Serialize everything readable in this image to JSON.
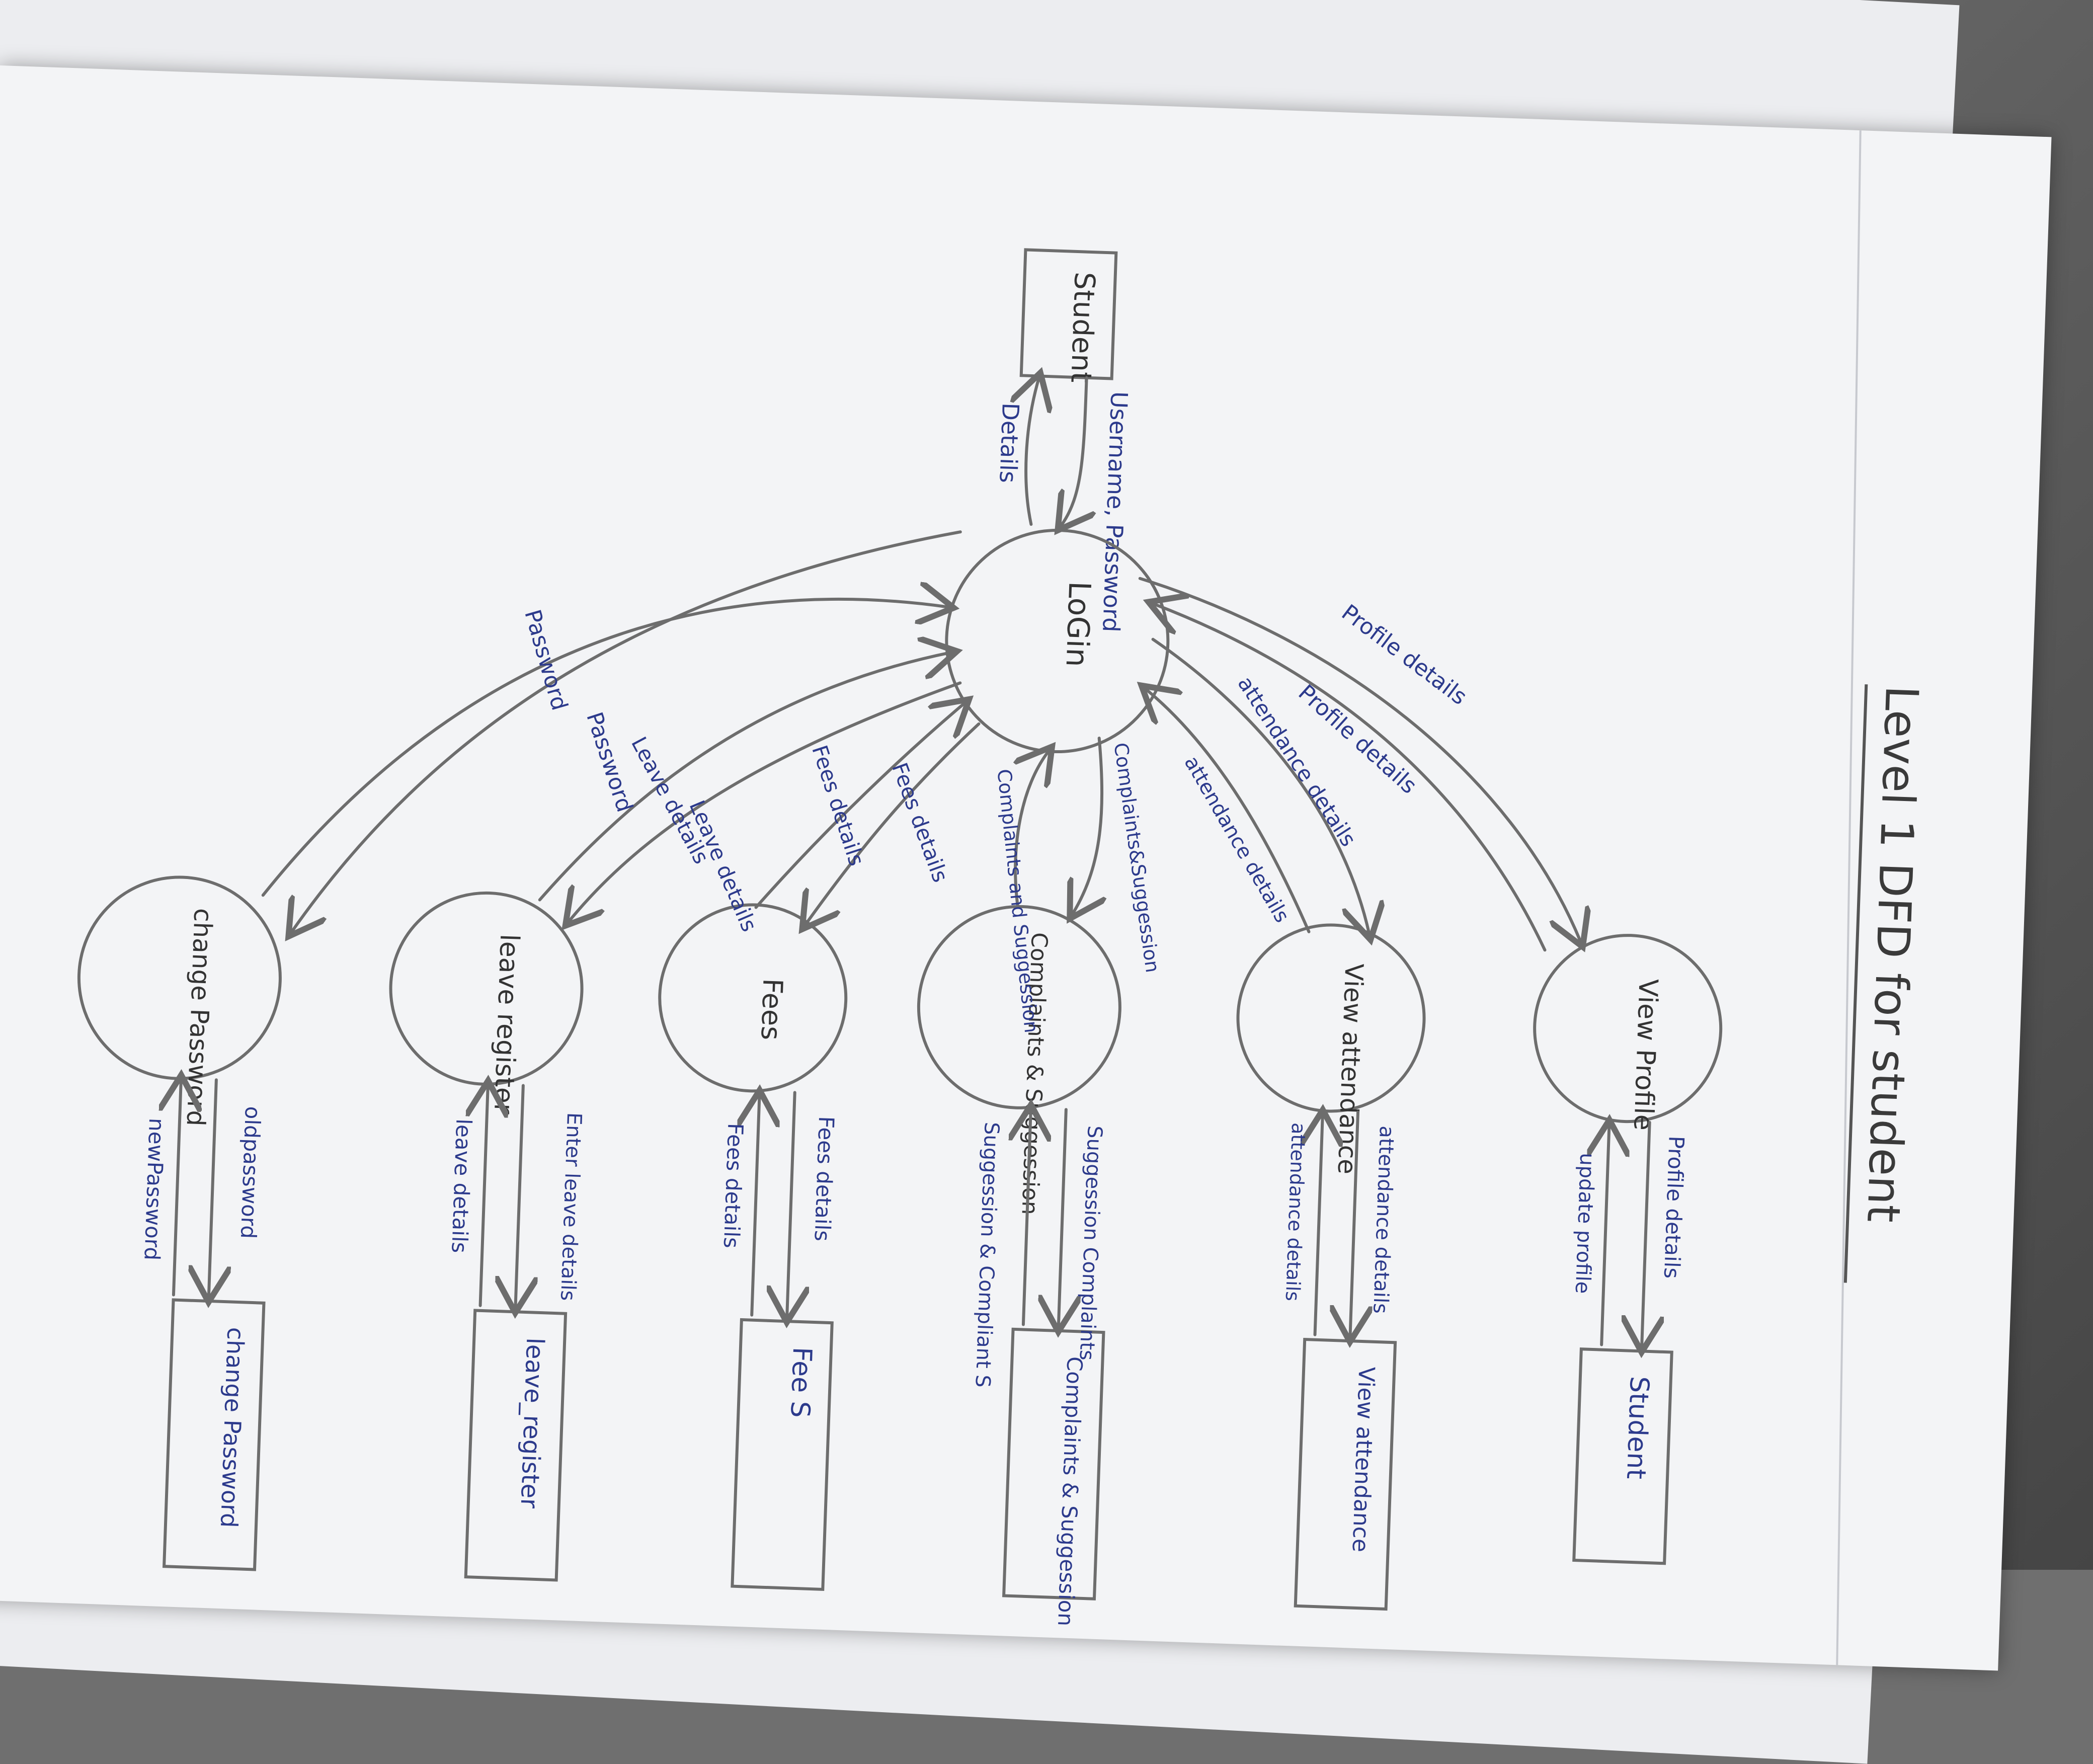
{
  "title": "Level 1 DFD for student",
  "entities": {
    "student_top": "Student"
  },
  "processes": [
    {
      "id": "login",
      "label": "LoGin"
    },
    {
      "id": "view_profile",
      "label": "View Profile"
    },
    {
      "id": "view_attendance",
      "label": "View attendance"
    },
    {
      "id": "complaints",
      "label": "Complaints & Suggession"
    },
    {
      "id": "fees",
      "label": "Fees"
    },
    {
      "id": "leave_register",
      "label": "leave register"
    },
    {
      "id": "change_password",
      "label": "change Password"
    }
  ],
  "stores": [
    {
      "id": "student",
      "label": "Student"
    },
    {
      "id": "view_attendance",
      "label": "View attendance"
    },
    {
      "id": "complaints",
      "label": "Complaints & Suggession"
    },
    {
      "id": "fees",
      "label": "Fee S"
    },
    {
      "id": "leave_register",
      "label": "leave_register"
    },
    {
      "id": "change_password",
      "label": "change Password"
    }
  ],
  "flows": {
    "student_login_in": "Username, Password",
    "login_student_out": "Details",
    "profile_1": "Profile details",
    "profile_2": "Profile details",
    "attendance_1": "attendance details",
    "attendance_2": "attendance details",
    "complaints_1": "Complaints&Suggession",
    "complaints_2": "Complaints and Suggession",
    "fees_1": "Fees details",
    "fees_2": "Fees details",
    "leave_1": "Leave details",
    "leave_2": "Leave details",
    "password_1": "Password",
    "password_2": "Password",
    "store_profile_out": "Profile details",
    "store_profile_in": "update profile",
    "store_att_out": "attendance details",
    "store_att_in": "attendance details",
    "store_comp_out": "Suggession Complaints",
    "store_comp_in": "Suggession & Compliant S",
    "store_fees_out": "Fees details",
    "store_fees_in": "Fees details",
    "store_leave_out": "Enter leave details",
    "store_leave_in": "leave details",
    "store_pwd_out": "oldpassword",
    "store_pwd_in": "newPassword"
  },
  "colors": {
    "ink": "#2c3a8c",
    "pencil": "#6d6d6d",
    "paper": "#f3f4f6"
  }
}
